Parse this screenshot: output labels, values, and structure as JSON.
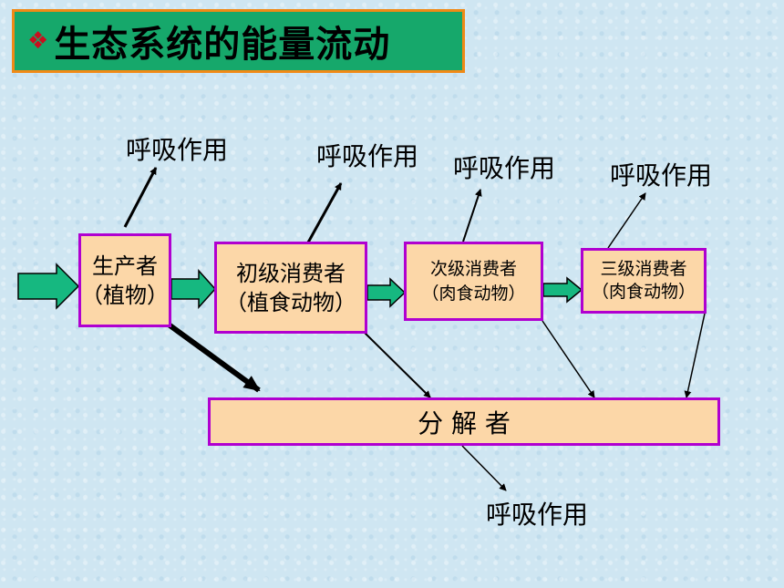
{
  "title": {
    "bullet": "❖",
    "text": "生态系统的能量流动"
  },
  "nodes": {
    "producer": {
      "line1": "生产者",
      "line2": "（植物）"
    },
    "primary": {
      "line1": "初级消费者",
      "line2": "（植食动物）"
    },
    "secondary": {
      "line1": "次级消费者",
      "line2": "（肉食动物）"
    },
    "tertiary": {
      "line1": "三级消费者",
      "line2": "（肉食动物）"
    },
    "decomposer": {
      "label": "分 解 者"
    }
  },
  "respiration": {
    "producer": "呼吸作用",
    "primary": "呼吸作用",
    "secondary": "呼吸作用",
    "tertiary": "呼吸作用",
    "decomposer": "呼吸作用"
  },
  "colors": {
    "title_bg": "#16a86b",
    "title_border": "#f08a16",
    "node_fill": "#fcd7a8",
    "node_border": "#b000d0",
    "flow_arrow": "#16b880"
  }
}
